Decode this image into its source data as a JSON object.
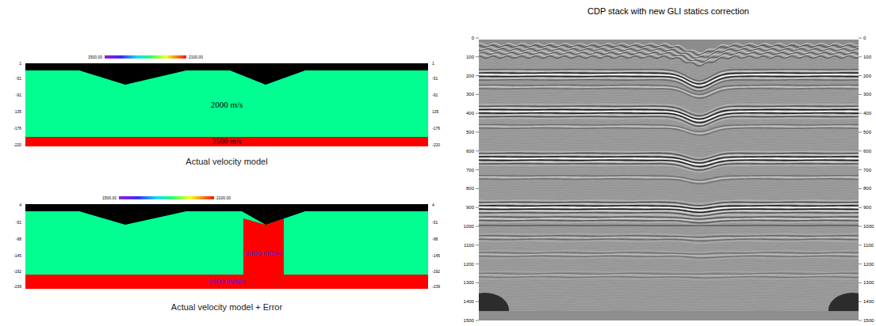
{
  "diagram": {
    "title": "CDP stack with new GLI statics correction",
    "nodes": [
      {
        "text": [
          "2000 m/s"
        ]
      },
      {
        "text": [
          "2500 m/s"
        ]
      },
      {
        "text": [
          "2400 m/sec"
        ]
      },
      {
        "text": [
          "2500 m/sec"
        ]
      }
    ],
    "labels": [
      "1500.00",
      "2100.00",
      "1",
      "-51",
      "-91",
      "135",
      "-176",
      "-220",
      "1",
      "-51",
      "-91",
      "135",
      "-176",
      "-220",
      "Actual velocity model",
      "1500.00",
      "2100.00",
      "4",
      "-51",
      "-98",
      "-145",
      "-192",
      "-239",
      "4",
      "-51",
      "-98",
      "-145",
      "-192",
      "-239",
      "Actual velocity model + Error",
      "0",
      "100",
      "200",
      "300",
      "400",
      "500",
      "600",
      "700",
      "800",
      "900",
      "1000",
      "1100",
      "1200",
      "1300",
      "1400",
      "1500",
      "0",
      "100",
      "200",
      "300",
      "400",
      "500",
      "600",
      "700",
      "800",
      "900",
      "1000",
      "1100",
      "1200",
      "1300",
      "1400",
      "1500"
    ]
  }
}
